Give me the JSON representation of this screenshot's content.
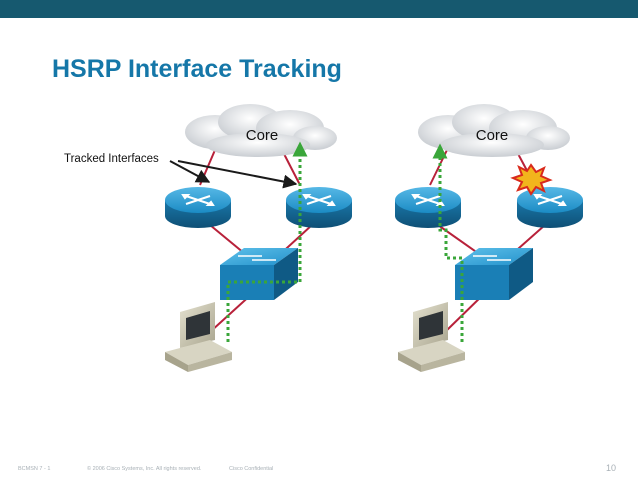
{
  "slide": {
    "title": "HSRP Interface Tracking"
  },
  "diagram": {
    "left_cloud_label": "Core",
    "right_cloud_label": "Core",
    "callout_label": "Tracked Interfaces"
  },
  "footer": {
    "course": "BCMSN 7 - 1",
    "copyright": "© 2006 Cisco Systems, Inc. All rights reserved.",
    "confidential": "Cisco Confidential",
    "page_number": "10"
  },
  "colors": {
    "top_bar": "#16596f",
    "title": "#1577a8",
    "device_blue": "#1b8bc4",
    "link_red": "#b8213a",
    "active_path_green": "#3aa63a",
    "failure_burst": "#f2b51c"
  }
}
